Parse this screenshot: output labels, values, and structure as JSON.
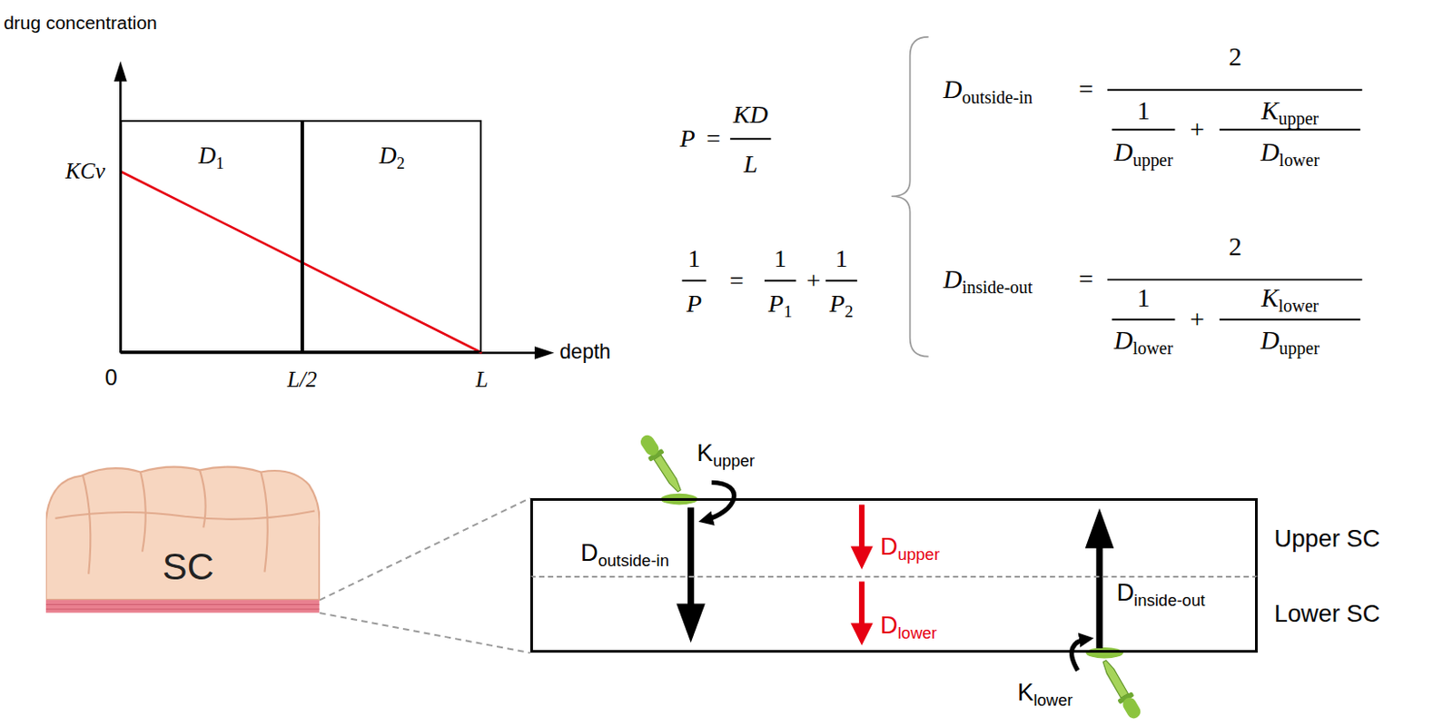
{
  "diagram": {
    "nodes": [
      {
        "text": [
          "D1"
        ]
      },
      {
        "text": [
          "D2"
        ]
      },
      {
        "text": [
          "SC"
        ]
      },
      {
        "text": [
          "Upper SC"
        ]
      },
      {
        "text": [
          "Lower SC"
        ]
      }
    ],
    "edges": [
      {
        "from": 2,
        "to": 3,
        "arrow": "none"
      },
      {
        "from": 2,
        "to": 4,
        "arrow": "none"
      }
    ],
    "labels": [
      "drug concentration",
      "KCv",
      "0",
      "L/2",
      "L",
      "depth",
      "P",
      "=",
      "KD",
      "L",
      "1",
      "P",
      "=",
      "1",
      "P1",
      "+",
      "1",
      "P2",
      "Doutside-in",
      "=",
      "2",
      "1",
      "Dupper",
      "+",
      "Kupper",
      "Dlower",
      "Dinside-out",
      "=",
      "2",
      "1",
      "Dlower",
      "+",
      "Klower",
      "Dupper",
      "Kupper",
      "Doutside-in",
      "Dupper",
      "Dlower",
      "Dinside-out",
      "Klower"
    ]
  }
}
